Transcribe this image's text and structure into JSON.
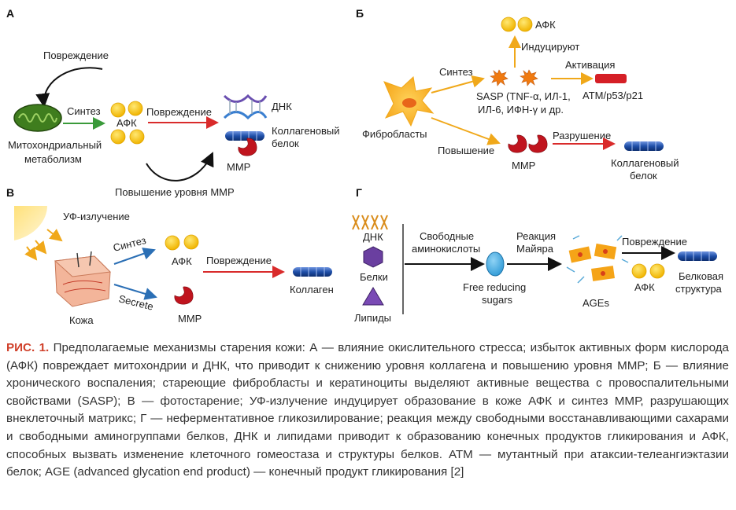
{
  "panels": {
    "a": {
      "letter": "А",
      "damage_top": "Повреждение",
      "mito_label_1": "Митохондриальный",
      "mito_label_2": "метаболизм",
      "synth": "Синтез",
      "ros": "АФК",
      "damage": "Повреждение",
      "dna": "ДНК",
      "collagen_1": "Коллагеновый",
      "collagen_2": "белок",
      "mmp": "MMP",
      "mmp_increase": "Повышение уровня ММР"
    },
    "b": {
      "letter": "Б",
      "ros": "АФК",
      "induce": "Индуцируют",
      "activation": "Активация",
      "synth": "Синтез",
      "sasp_1": "SASP (TNF-α, ИЛ-1,",
      "sasp_2": "ИЛ-6, ИФН-γ и др.",
      "atm": "ATM/p53/p21",
      "fibroblasts": "Фибробласты",
      "increase": "Повышение",
      "mmp": "MMP",
      "destruction": "Разрушение",
      "collagen_1": "Коллагеновый",
      "collagen_2": "белок"
    },
    "v": {
      "letter": "В",
      "uv": "УФ-излучение",
      "synth": "Синтез",
      "secrete": "Secrete",
      "ros": "АФК",
      "mmp": "MMP",
      "damage": "Повреждение",
      "collagen": "Коллаген",
      "skin": "Кожа"
    },
    "g": {
      "letter": "Г",
      "dna": "ДНК",
      "proteins": "Белки",
      "lipids": "Липиды",
      "free_aa_1": "Свободные",
      "free_aa_2": "аминокислоты",
      "maillard_1": "Реакция",
      "maillard_2": "Майяра",
      "sugars_1": "Free reducing",
      "sugars_2": "sugars",
      "ages": "AGEs",
      "damage": "Повреждение",
      "ros": "АФК",
      "protein_1": "Белковая",
      "protein_2": "структура"
    }
  },
  "caption": {
    "lead": "РИС. 1.",
    "text": " Предполагаемые механизмы старения кожи: А — влияние окислительного стресса; избыток активных форм кислорода (АФК) повреждает митохондрии и ДНК, что приводит к снижению уровня коллагена и повышению уровня ММР; Б — влияние хронического воспаления; стареющие фибробласты и кератиноциты выделяют активные вещества с провоспалительными свойствами (SASP); В — фотостарение; УФ-излучение индуцирует образование в коже АФК и синтез ММР, разрушающих внеклеточный матрикс; Г — неферментативное гликозилирование; реакция между свободными восстанавливающими сахарами и свободными аминогруппами белков, ДНК и липидами приводит к образованию конечных продуктов гликирования и АФК, способных вызвать изменение клеточного гомеостаза и структуры белков. АТМ — мутантный при атаксии-телеангиэктазии белок; AGE (advanced glycation end product) — конечный продукт гликирования [2]"
  },
  "colors": {
    "arrow_green": "#3a9a3a",
    "arrow_red": "#d92b2b",
    "arrow_orange": "#f0a81a",
    "arrow_blue": "#2b6fb5",
    "arrow_black": "#111111",
    "ros_yellow": "#f6c21a",
    "mmp_red": "#c0141e",
    "collagen_blue": "#1f4fa8",
    "caption_accent": "#d0402a"
  }
}
